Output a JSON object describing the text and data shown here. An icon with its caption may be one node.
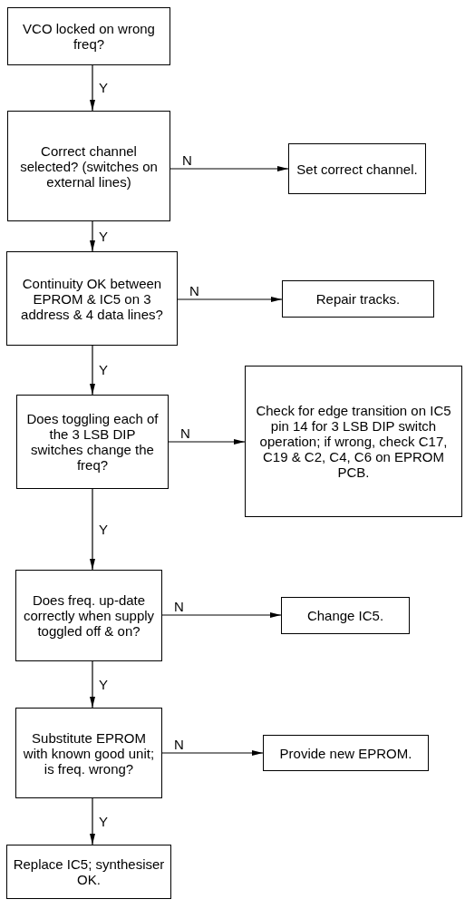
{
  "diagram": {
    "nodes": [
      {
        "text": [
          "VCO locked on wrong freq?"
        ]
      },
      {
        "text": [
          "Correct channel selected? (switches on external lines)"
        ]
      },
      {
        "text": [
          "Set correct channel."
        ]
      },
      {
        "text": [
          "Continuity OK between EPROM & IC5 on 3 address & 4 data lines?"
        ]
      },
      {
        "text": [
          "Repair tracks."
        ]
      },
      {
        "text": [
          "Does toggling each of the 3 LSB DIP switches change the freq?"
        ]
      },
      {
        "text": [
          "Check for edge transition on IC5 pin 14 for 3 LSB DIP switch operation;  if wrong, check C17, C19 & C2, C4, C6 on EPROM PCB."
        ]
      },
      {
        "text": [
          "Does freq. up-date correctly when supply toggled off & on?"
        ]
      },
      {
        "text": [
          "Change IC5."
        ]
      },
      {
        "text": [
          "Substitute EPROM with known good unit;  is freq. wrong?"
        ]
      },
      {
        "text": [
          "Provide new EPROM."
        ]
      },
      {
        "text": [
          "Replace IC5; synthesiser OK."
        ]
      }
    ],
    "edges": [
      {
        "from": 0,
        "to": 1,
        "arrow": "to",
        "label": "Y"
      },
      {
        "from": 1,
        "to": 2,
        "arrow": "to",
        "label": "N"
      },
      {
        "from": 1,
        "to": 3,
        "arrow": "to",
        "label": "Y"
      },
      {
        "from": 3,
        "to": 4,
        "arrow": "to",
        "label": "N"
      },
      {
        "from": 3,
        "to": 5,
        "arrow": "to",
        "label": "Y"
      },
      {
        "from": 5,
        "to": 6,
        "arrow": "to",
        "label": "N"
      },
      {
        "from": 5,
        "to": 7,
        "arrow": "to",
        "label": "Y"
      },
      {
        "from": 7,
        "to": 8,
        "arrow": "to",
        "label": "N"
      },
      {
        "from": 7,
        "to": 9,
        "arrow": "to",
        "label": "Y"
      },
      {
        "from": 9,
        "to": 10,
        "arrow": "to",
        "label": "N"
      },
      {
        "from": 9,
        "to": 11,
        "arrow": "to",
        "label": "Y"
      }
    ]
  }
}
